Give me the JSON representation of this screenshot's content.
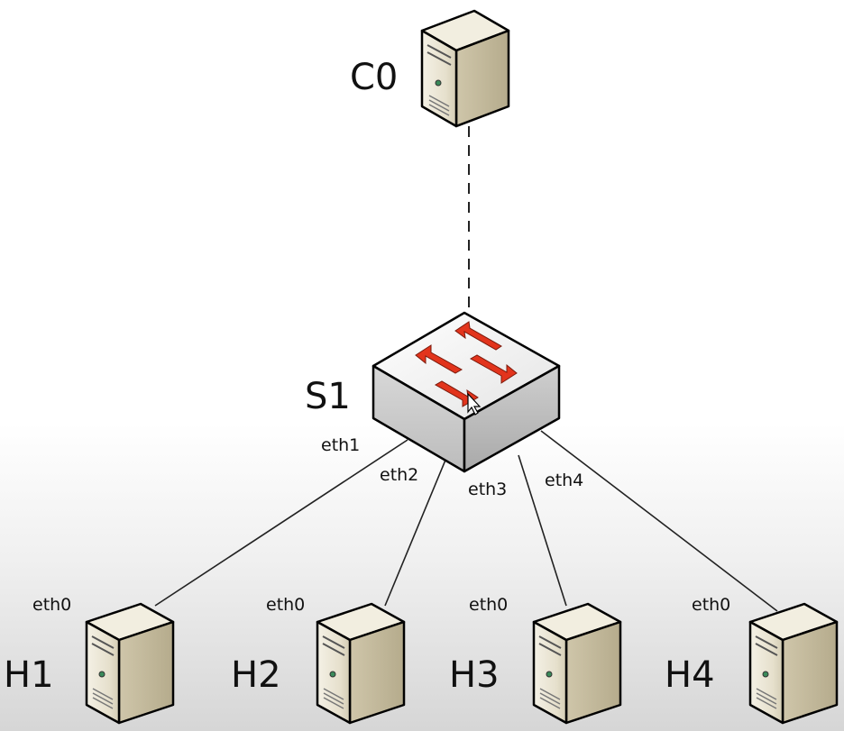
{
  "controller": {
    "label": "C0",
    "icon": "server-icon"
  },
  "switch": {
    "label": "S1",
    "icon": "switch-icon",
    "arrow_color": "#e2341c",
    "ports": [
      "eth1",
      "eth2",
      "eth3",
      "eth4"
    ]
  },
  "hosts": [
    {
      "label": "H1",
      "port": "eth0",
      "icon": "server-icon"
    },
    {
      "label": "H2",
      "port": "eth0",
      "icon": "server-icon"
    },
    {
      "label": "H3",
      "port": "eth0",
      "icon": "server-icon"
    },
    {
      "label": "H4",
      "port": "eth0",
      "icon": "server-icon"
    }
  ],
  "links": {
    "controller_link": "dashed",
    "host_links": "solid"
  }
}
